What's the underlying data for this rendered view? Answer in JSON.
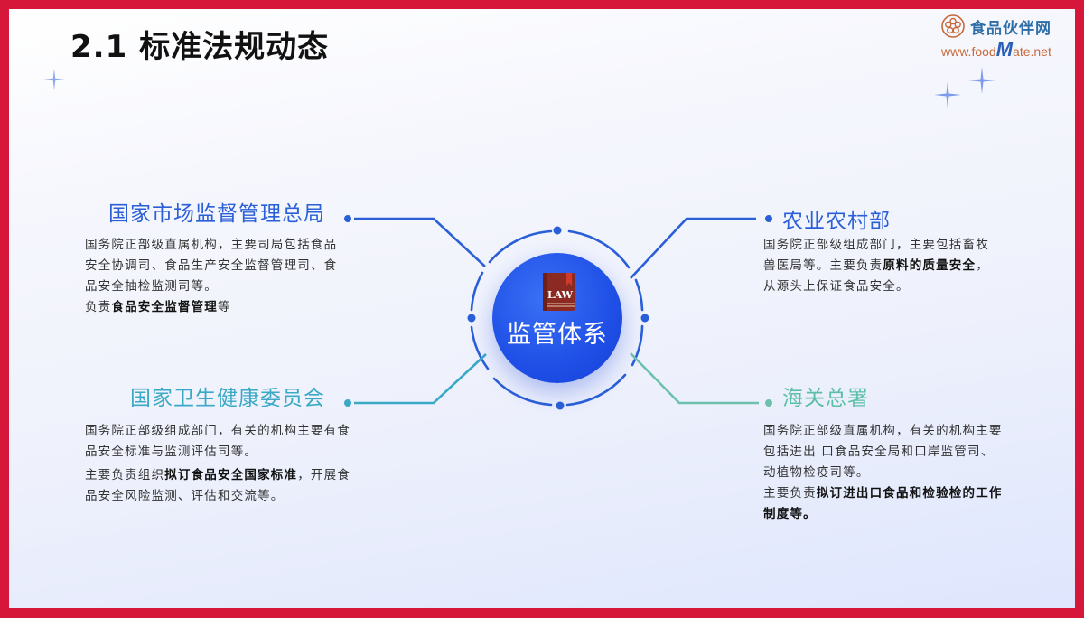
{
  "page": {
    "title": "2.1 标准法规动态",
    "frame_color": "#d7173a"
  },
  "logo": {
    "name_cn": "食品伙伴网",
    "url_prefix": "www.food",
    "url_m": "M",
    "url_suffix": "ate.net"
  },
  "center": {
    "icon_text": "LAW",
    "label": "监管体系",
    "color": "#1f4fe6"
  },
  "nodes": {
    "samr": {
      "title": "国家市场监督管理总局",
      "color": "#2a5fd8",
      "lines": [
        "国务院正部级直属机构，主要司局包括食品",
        "安全协调司、食品生产安全监督管理司、食",
        "品安全抽检监测司等。"
      ],
      "duty_prefix": "负责",
      "duty_bold": "食品安全监督管理",
      "duty_suffix": "等"
    },
    "nhc": {
      "title": "国家卫生健康委员会",
      "color": "#3aa9c6",
      "lines": [
        "国务院正部级组成部门，有关的机构主要有食",
        "品安全标准与监测评估司等。"
      ],
      "duty_prefix": "主要负责组织",
      "duty_bold": "拟订食品安全国家标准",
      "duty_suffix": "，开展食",
      "duty_line2": "品安全风险监测、评估和交流等。"
    },
    "moa": {
      "title": "农业农村部",
      "color": "#2a5fd8",
      "line1": "国务院正部级组成部门，主要包括畜牧",
      "line2_prefix": "兽医局等。主要负责",
      "line2_bold": "原料的质量安全",
      "line2_suffix": "，",
      "line3": "从源头上保证食品安全。"
    },
    "gac": {
      "title": "海关总署",
      "color": "#5bbfa6",
      "lines": [
        "国务院正部级直属机构，有关的机构主要",
        "包括进出 口食品安全局和口岸监管司、",
        "动植物检疫司等。"
      ],
      "duty_prefix": "主要负责",
      "duty_bold": "拟订进出口食品和检验检的工作",
      "duty_line2_bold": "制度等。"
    }
  }
}
